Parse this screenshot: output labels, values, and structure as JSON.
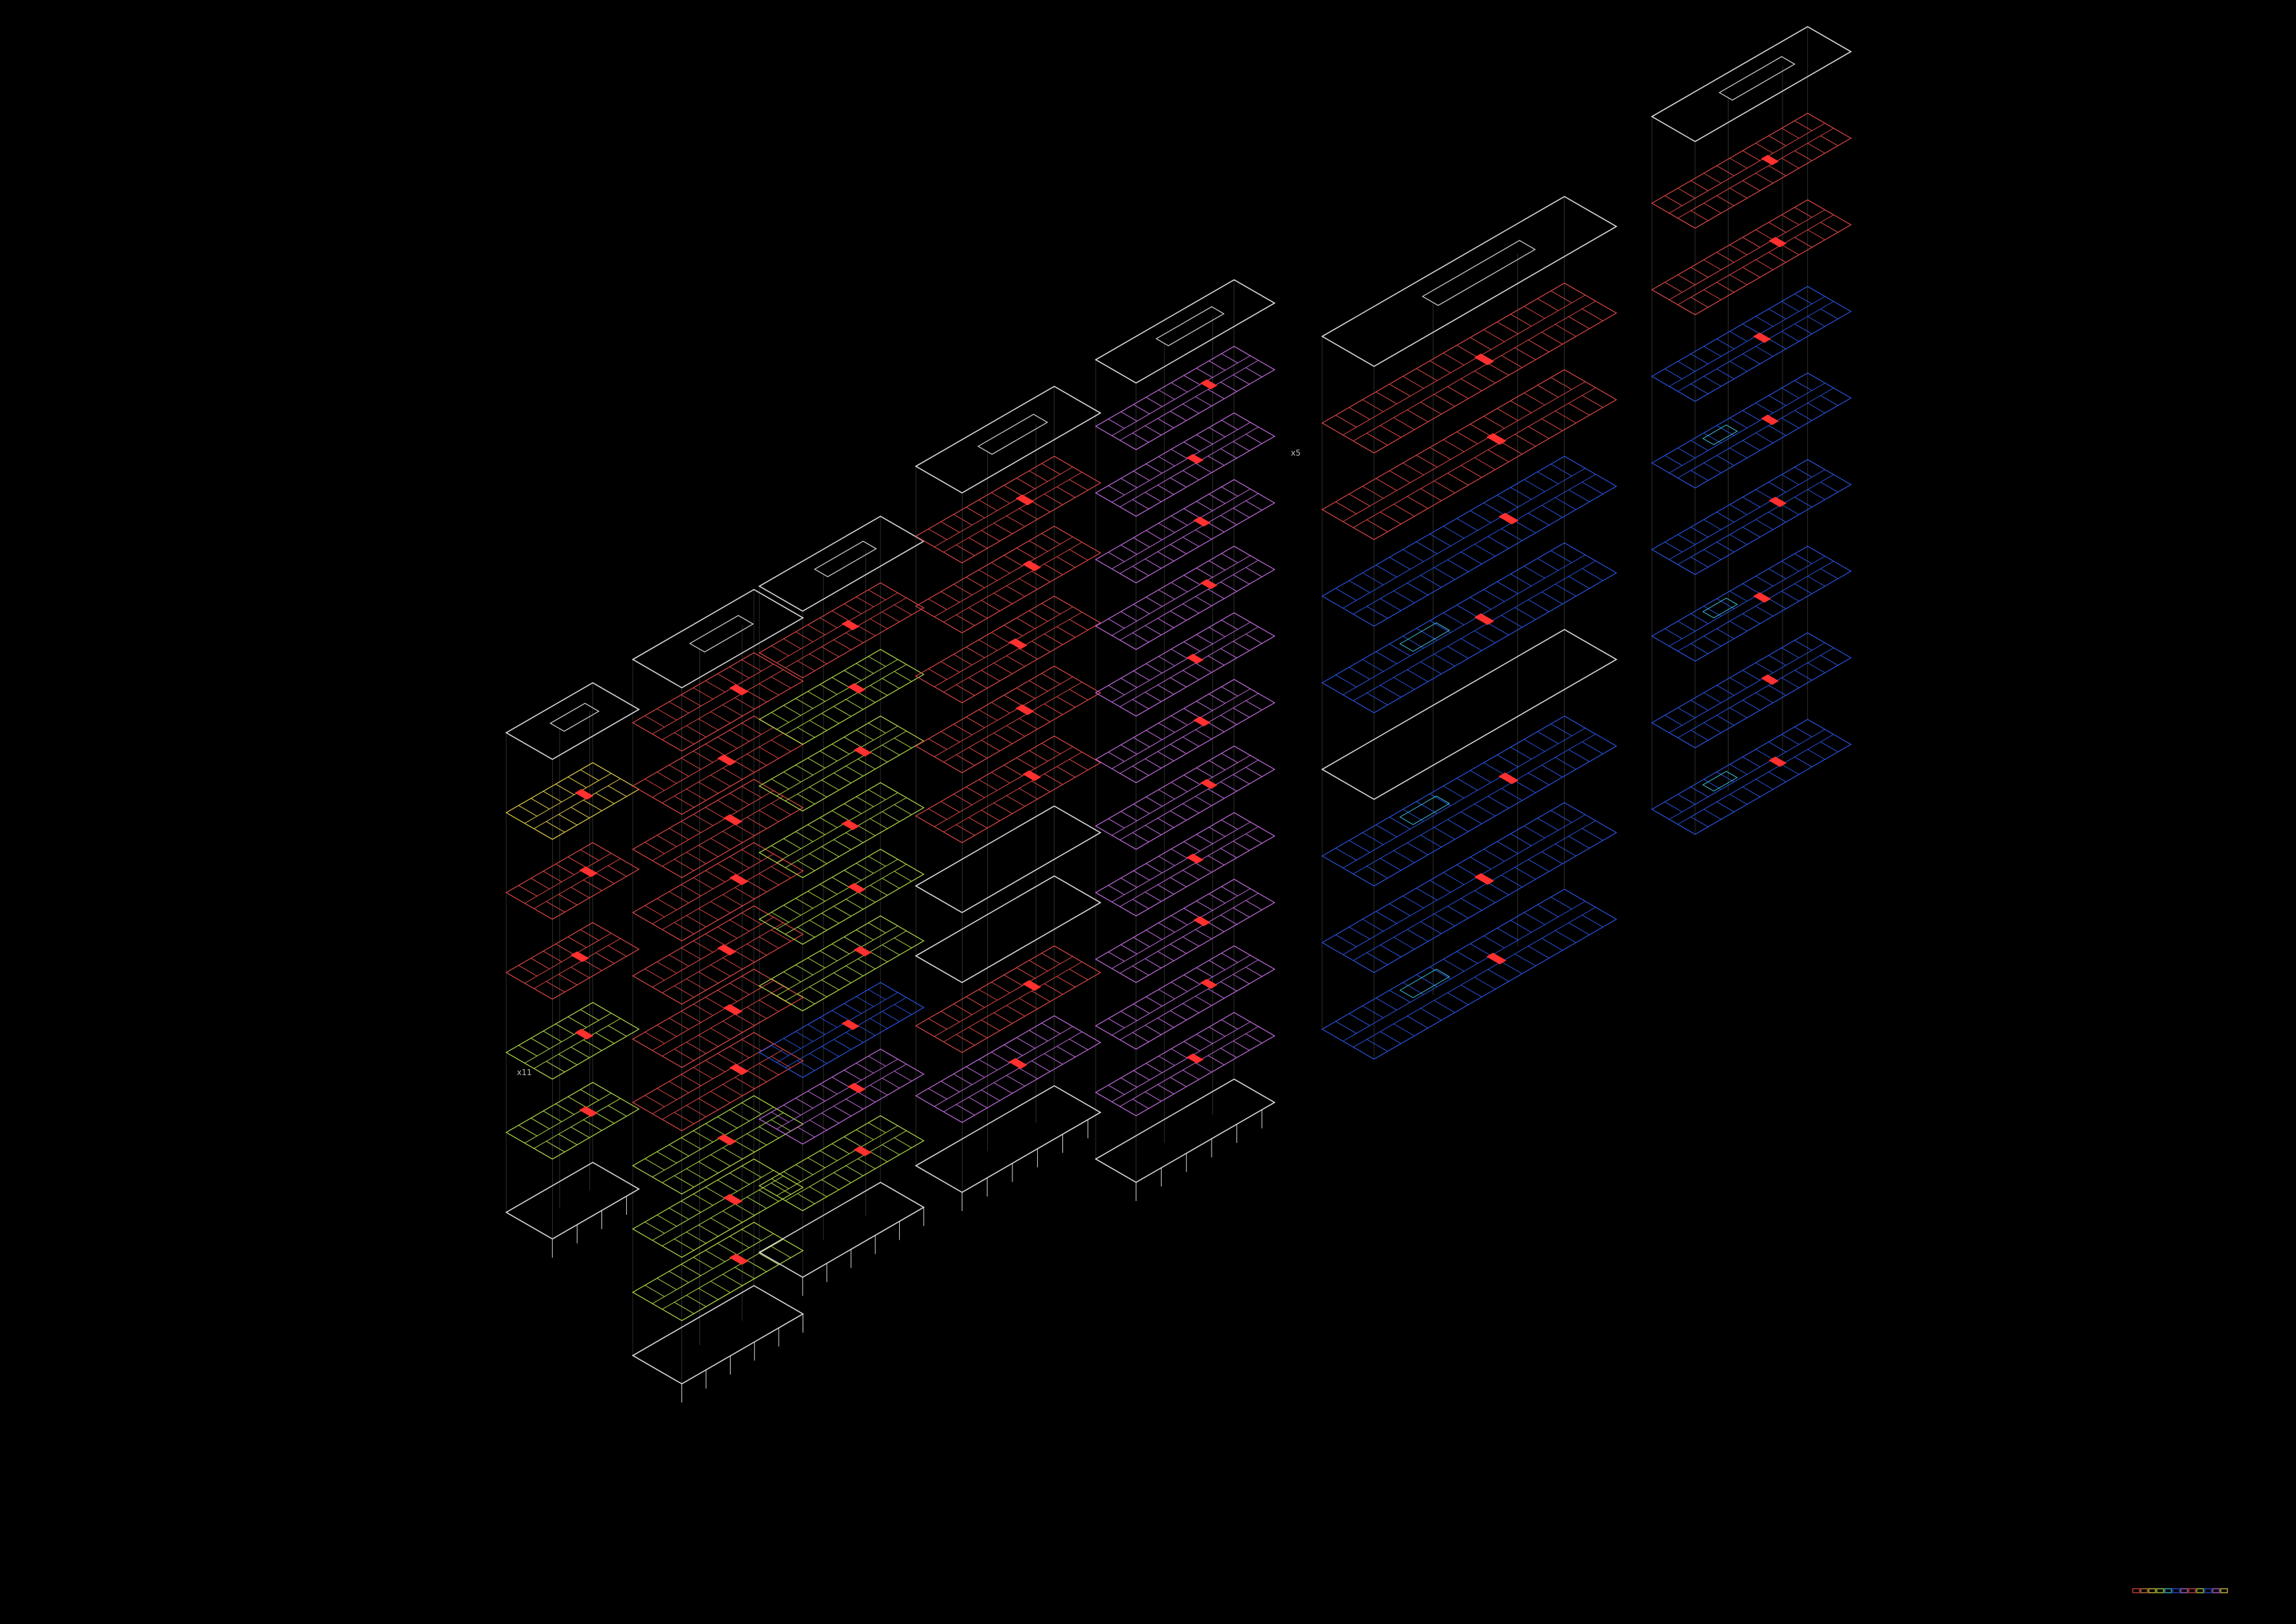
{
  "canvas": {
    "background": "#000000"
  },
  "palette": {
    "frame": "#d8d8d8",
    "red": "#e04848",
    "green": "#b6e04a",
    "violet": "#c46ee0",
    "blue": "#2a54e0",
    "cyan": "#3ec8e0",
    "yellow": "#e6d24a",
    "accent": "#ff3030",
    "riser": "#8a8a8a"
  },
  "legend": {
    "swatches": [
      "#e04848",
      "#e08848",
      "#e6d24a",
      "#b6e04a",
      "#3ec8e0",
      "#2a54e0",
      "#c46ee0",
      "#e04848",
      "#b6e04a",
      "#2a54e0",
      "#c46ee0",
      "#e6d24a"
    ]
  },
  "labels": {
    "marker_a": "x11",
    "marker_b": "x5"
  },
  "stacks": [
    {
      "name": "stack-a",
      "floors": [
        {
          "style": "frame",
          "kind": "roof"
        },
        {
          "style": "yellow",
          "kind": "floor"
        },
        {
          "style": "red",
          "kind": "floor"
        },
        {
          "style": "red",
          "kind": "floor"
        },
        {
          "style": "green",
          "kind": "floor"
        },
        {
          "style": "green",
          "kind": "floor"
        },
        {
          "style": "frame",
          "kind": "base"
        }
      ]
    },
    {
      "name": "stack-b",
      "floors": [
        {
          "style": "frame",
          "kind": "roof"
        },
        {
          "style": "red",
          "kind": "floor"
        },
        {
          "style": "red",
          "kind": "floor"
        },
        {
          "style": "red",
          "kind": "floor"
        },
        {
          "style": "red",
          "kind": "floor"
        },
        {
          "style": "red",
          "kind": "floor"
        },
        {
          "style": "red",
          "kind": "floor"
        },
        {
          "style": "red",
          "kind": "floor"
        },
        {
          "style": "green",
          "kind": "floor"
        },
        {
          "style": "green",
          "kind": "floor"
        },
        {
          "style": "green",
          "kind": "floor"
        },
        {
          "style": "frame",
          "kind": "base"
        }
      ]
    },
    {
      "name": "stack-c",
      "floors": [
        {
          "style": "frame",
          "kind": "roof"
        },
        {
          "style": "red",
          "kind": "floor"
        },
        {
          "style": "green",
          "kind": "floor"
        },
        {
          "style": "green",
          "kind": "floor"
        },
        {
          "style": "green",
          "kind": "floor"
        },
        {
          "style": "green",
          "kind": "floor"
        },
        {
          "style": "green",
          "kind": "floor"
        },
        {
          "style": "blue",
          "kind": "floor"
        },
        {
          "style": "violet",
          "kind": "floor"
        },
        {
          "style": "green",
          "kind": "floor"
        },
        {
          "style": "frame",
          "kind": "base"
        }
      ]
    },
    {
      "name": "stack-d",
      "floors": [
        {
          "style": "frame",
          "kind": "roof"
        },
        {
          "style": "red",
          "kind": "floor"
        },
        {
          "style": "red",
          "kind": "floor"
        },
        {
          "style": "red",
          "kind": "floor"
        },
        {
          "style": "red",
          "kind": "floor"
        },
        {
          "style": "red",
          "kind": "floor"
        },
        {
          "style": "frame",
          "kind": "floor"
        },
        {
          "style": "frame",
          "kind": "floor"
        },
        {
          "style": "red",
          "kind": "floor"
        },
        {
          "style": "violet",
          "kind": "floor"
        },
        {
          "style": "frame",
          "kind": "base"
        }
      ]
    },
    {
      "name": "stack-e",
      "floors": [
        {
          "style": "frame",
          "kind": "roof"
        },
        {
          "style": "violet",
          "kind": "floor"
        },
        {
          "style": "violet",
          "kind": "floor"
        },
        {
          "style": "violet",
          "kind": "floor"
        },
        {
          "style": "violet",
          "kind": "floor"
        },
        {
          "style": "violet",
          "kind": "floor"
        },
        {
          "style": "violet",
          "kind": "floor"
        },
        {
          "style": "violet",
          "kind": "floor"
        },
        {
          "style": "violet",
          "kind": "floor"
        },
        {
          "style": "violet",
          "kind": "floor"
        },
        {
          "style": "violet",
          "kind": "floor"
        },
        {
          "style": "violet",
          "kind": "floor"
        },
        {
          "style": "frame",
          "kind": "base"
        }
      ]
    },
    {
      "name": "stack-f",
      "floors": [
        {
          "style": "frame",
          "kind": "roof"
        },
        {
          "style": "red",
          "kind": "floor"
        },
        {
          "style": "red",
          "kind": "floor"
        },
        {
          "style": "blue",
          "kind": "floor"
        },
        {
          "style": "blue",
          "kind": "floor"
        },
        {
          "style": "frame",
          "kind": "floor"
        },
        {
          "style": "blue",
          "kind": "floor"
        },
        {
          "style": "blue",
          "kind": "floor"
        },
        {
          "style": "blue",
          "kind": "base"
        }
      ]
    },
    {
      "name": "stack-g",
      "floors": [
        {
          "style": "frame",
          "kind": "roof"
        },
        {
          "style": "red",
          "kind": "floor"
        },
        {
          "style": "red",
          "kind": "floor"
        },
        {
          "style": "blue",
          "kind": "floor"
        },
        {
          "style": "blue",
          "kind": "floor"
        },
        {
          "style": "blue",
          "kind": "floor"
        },
        {
          "style": "blue",
          "kind": "floor"
        },
        {
          "style": "blue",
          "kind": "floor"
        },
        {
          "style": "blue",
          "kind": "base"
        }
      ]
    }
  ]
}
